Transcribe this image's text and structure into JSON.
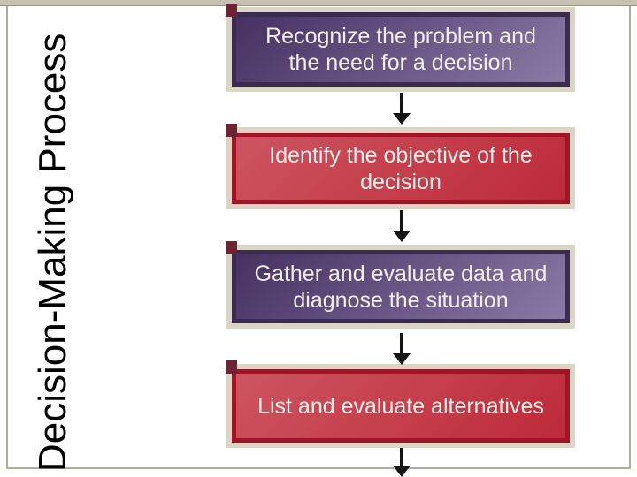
{
  "slide": {
    "title": "Decision-Making Process",
    "steps": [
      {
        "text": "Recognize the problem and the need for a decision",
        "variant": "purple"
      },
      {
        "text": "Identify the objective of the decision",
        "variant": "red"
      },
      {
        "text": "Gather and evaluate data and diagnose the situation",
        "variant": "purple"
      },
      {
        "text": "List and evaluate alternatives",
        "variant": "red"
      }
    ],
    "flow_connector": "down-arrow",
    "colors": {
      "top_strip": "#C8C1B1",
      "border_line": "#B3ACA0",
      "frame": "#DBD5C6",
      "corner_accent": "#6B2433",
      "purple_border": "#3C2B50",
      "purple_fill_start": "#463160",
      "purple_fill_end": "#8B79A6",
      "red_border": "#9C1626",
      "red_fill_start": "#CD5560",
      "red_fill_end": "#BD2A39",
      "arrow": "#141414",
      "box_text": "#F3EFEA",
      "title_text": "#000000"
    }
  }
}
